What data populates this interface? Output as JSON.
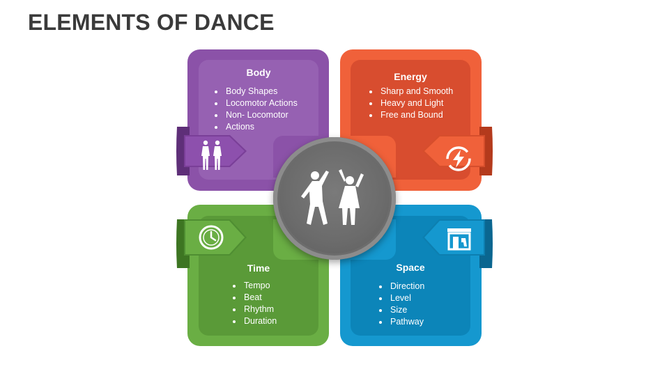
{
  "title": "ELEMENTS OF DANCE",
  "quadrants": {
    "body": {
      "heading": "Body",
      "items": [
        "Body Shapes",
        "Locomotor Actions",
        "Non- Locomotor",
        "Actions"
      ],
      "icon": "people-icon",
      "color": "#8b52a8"
    },
    "energy": {
      "heading": "Energy",
      "items": [
        "Sharp and Smooth",
        "Heavy and Light",
        "Free and Bound"
      ],
      "icon": "energy-bolt-icon",
      "color": "#f0613a"
    },
    "time": {
      "heading": "Time",
      "items": [
        "Tempo",
        "Beat",
        "Rhythm",
        "Duration"
      ],
      "icon": "clock-icon",
      "color": "#6aae44"
    },
    "space": {
      "heading": "Space",
      "items": [
        "Direction",
        "Level",
        "Size",
        "Pathway"
      ],
      "icon": "room-space-icon",
      "color": "#1598cf"
    }
  },
  "center": {
    "icon": "dancers-icon"
  }
}
